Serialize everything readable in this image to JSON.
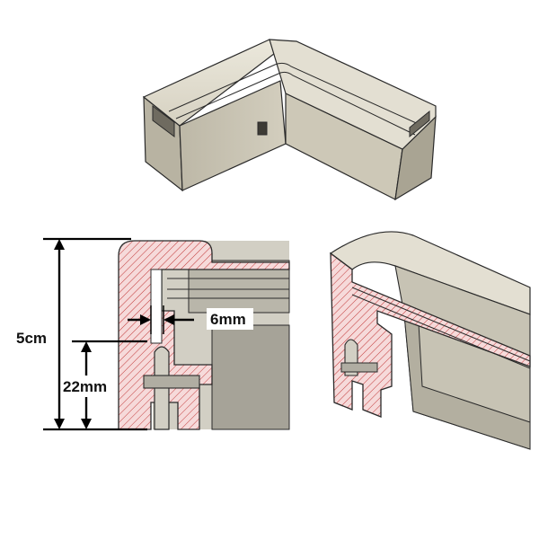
{
  "figure": {
    "dimensions": {
      "overall_height": "5cm",
      "lower_height": "22mm",
      "gap_width": "6mm"
    }
  },
  "colors": {
    "body_light": "#e7e3d6",
    "body_mid": "#cfcab9",
    "body_dark": "#a9a493",
    "edge": "#2a2a2a",
    "section_fill": "#f6dada",
    "hatch": "#c23a3a",
    "inner_grey": "#8e8b80"
  }
}
